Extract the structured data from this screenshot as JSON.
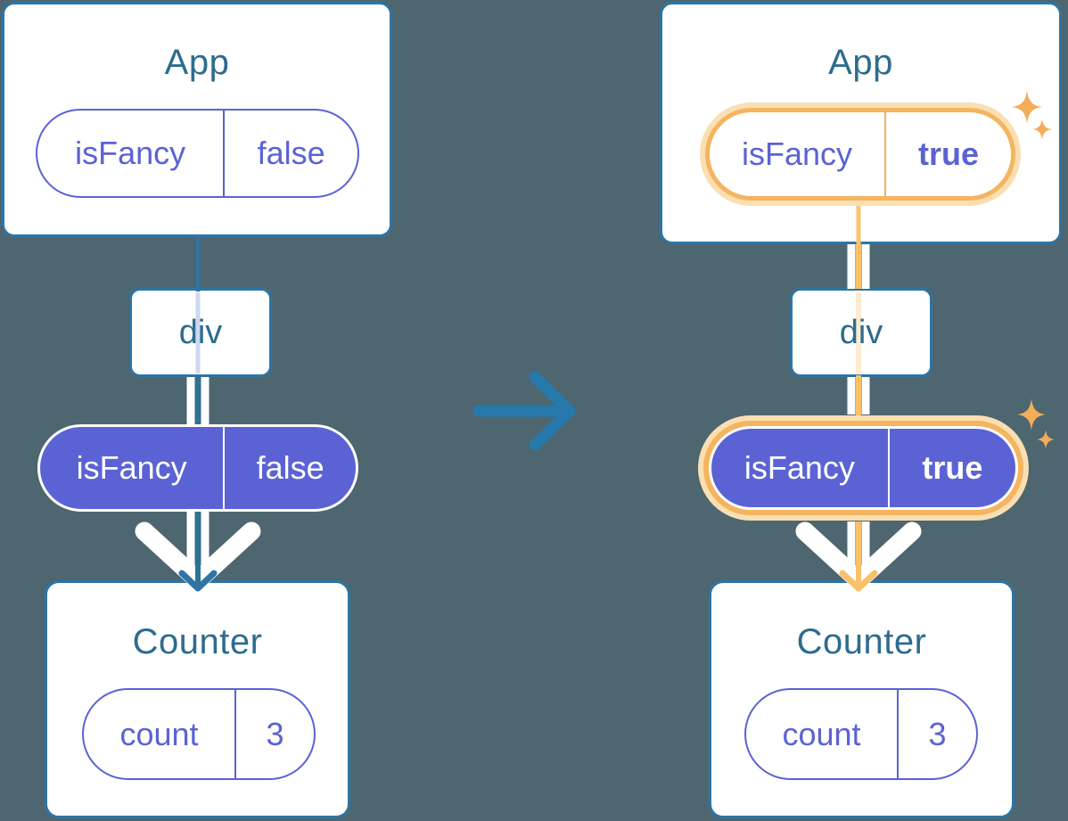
{
  "colors": {
    "background": "#4d6670",
    "card_border_blue": "#2e74a4",
    "title_text": "#2d6c8e",
    "purple": "#5b63d3",
    "purple_fill": "#5b63d4",
    "lavender_faint_line": "#cdd9ee",
    "orange": "#f5b45f",
    "orange_bright_line": "#f9c169",
    "orange_light_ring": "#fadfb2",
    "orange_faint_line": "#fdecd2",
    "sparkle": "#f3ad58",
    "transition_arrow_blue": "#2879ab",
    "white": "#ffffff"
  },
  "left_tree": {
    "app_card": {
      "title": "App",
      "prop_pill": {
        "key": "isFancy",
        "value": "false"
      }
    },
    "div_node": {
      "label": "div"
    },
    "passed_prop_pill": {
      "key": "isFancy",
      "value": "false"
    },
    "counter_card": {
      "title": "Counter",
      "state_pill": {
        "key": "count",
        "value": "3"
      }
    }
  },
  "right_tree": {
    "app_card": {
      "title": "App",
      "prop_pill": {
        "key": "isFancy",
        "value": "true"
      }
    },
    "div_node": {
      "label": "div"
    },
    "passed_prop_pill": {
      "key": "isFancy",
      "value": "true"
    },
    "counter_card": {
      "title": "Counter",
      "state_pill": {
        "key": "count",
        "value": "3"
      }
    }
  }
}
